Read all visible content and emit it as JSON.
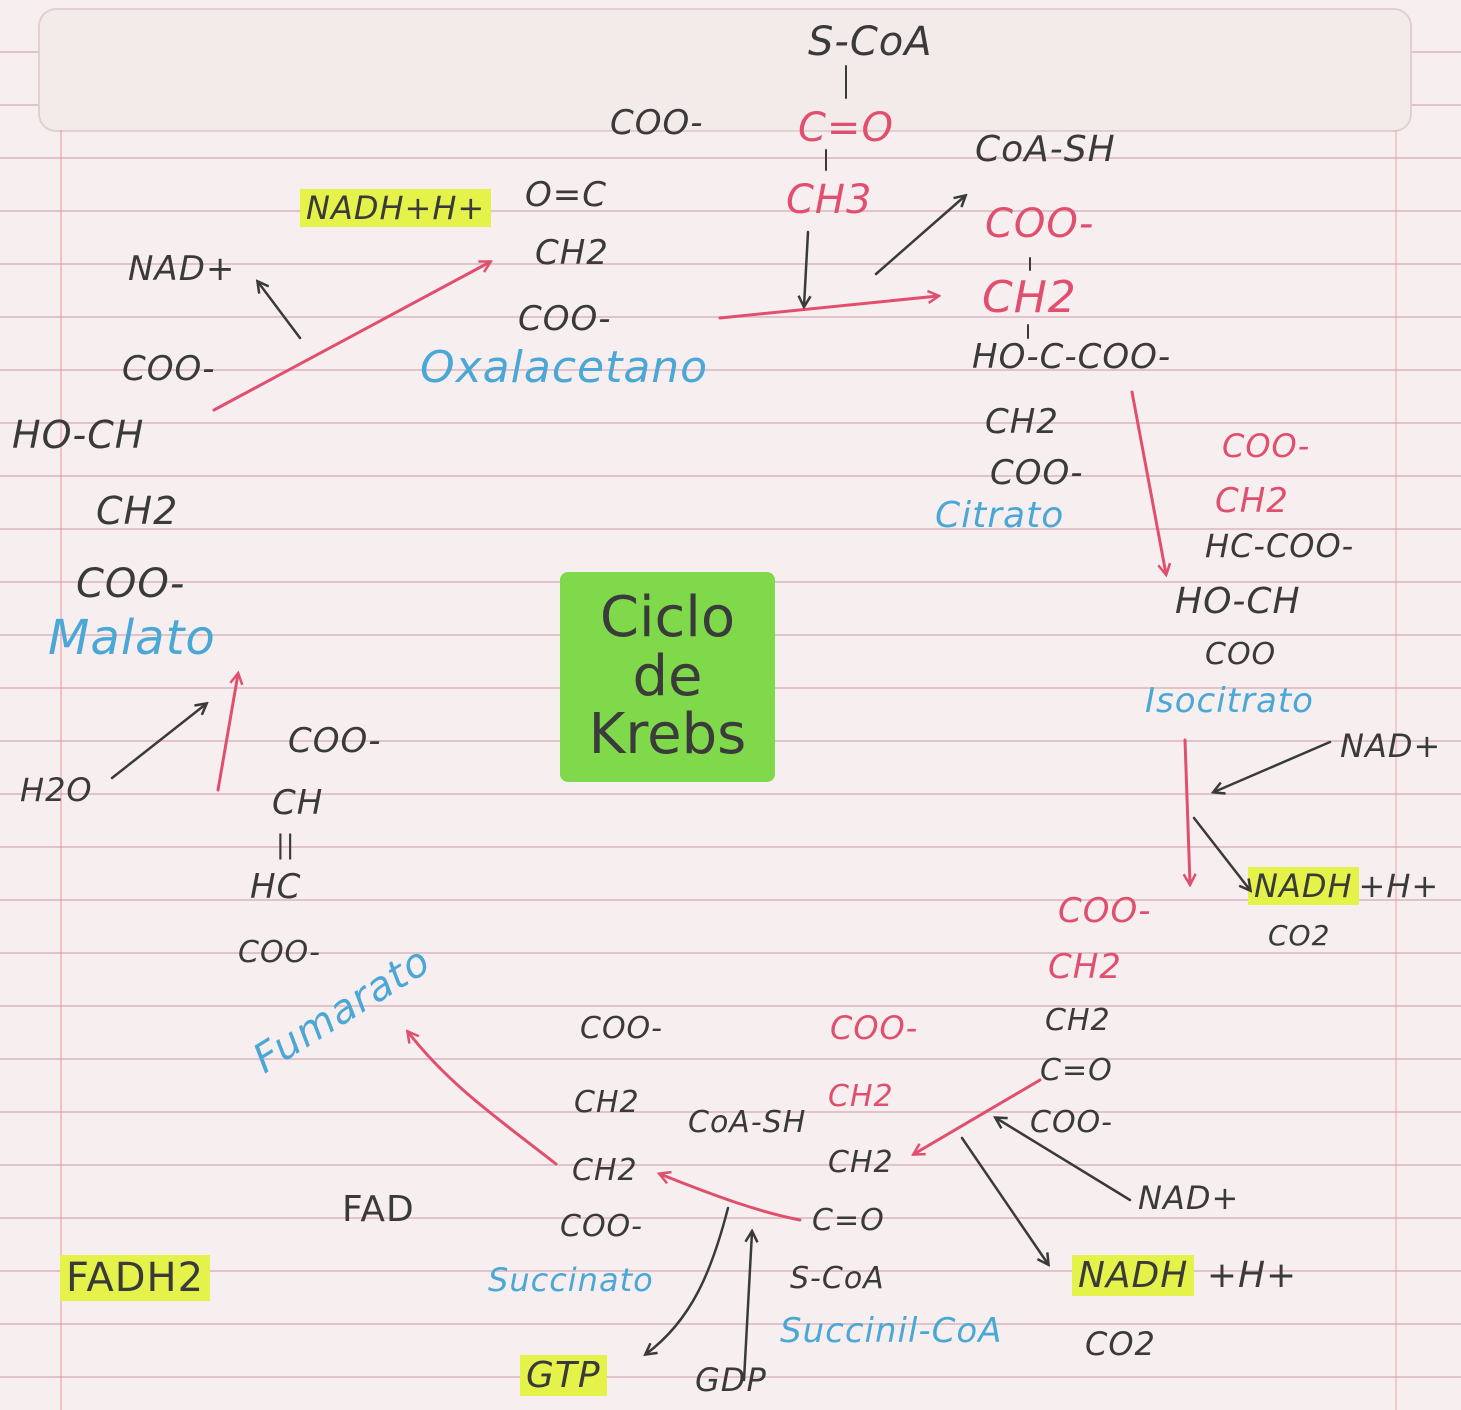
{
  "title": {
    "line1": "Ciclo",
    "line2": "de",
    "line3": "Krebs"
  },
  "colors": {
    "compound_name": "#4aa7d6",
    "reaction_arrow": "#e0506e",
    "side_arrow": "#3a3a3a",
    "highlight": "#e4f24a",
    "title_bg": "#7fd94a"
  },
  "acetyl_coa": {
    "l1": "S-CoA",
    "l2": "C=O",
    "l3": "CH3"
  },
  "coa_sh_top": "CoA-SH",
  "oxaloacetate": {
    "l1": "COO-",
    "l2": "O=C",
    "l3": "CH2",
    "l4": "COO-",
    "name": "Oxalacetano"
  },
  "citrate": {
    "l1": "COO-",
    "l2": "CH2",
    "l3": "HO-C-COO-",
    "l4": "CH2",
    "l5": "COO-",
    "name": "Citrato"
  },
  "isocitrate": {
    "l1": "COO-",
    "l2": "CH2",
    "l3": "HC-COO-",
    "l4": "HO-CH",
    "l5": "COO",
    "name": "Isocitrato"
  },
  "isocitrate_step": {
    "nad": "NAD+",
    "nadh": "NADH",
    "h": "+H+",
    "co2": "CO2"
  },
  "alpha_ketoglutarate": {
    "l1": "COO-",
    "l2": "CH2",
    "l3": "CH2",
    "l4": "C=O",
    "l5": "COO-"
  },
  "akg_step": {
    "nad": "NAD+",
    "nadh": "NADH",
    "h": "+H+",
    "co2": "CO2"
  },
  "succinyl_coa": {
    "l1": "COO-",
    "l2": "CH2",
    "l3": "CH2",
    "l4": "C=O",
    "l5": "S-CoA",
    "name": "Succinil-CoA"
  },
  "coa_sh_bottom": "CoA-SH",
  "succinate": {
    "l1": "COO-",
    "l2": "CH2",
    "l3": "CH2",
    "l4": "COO-",
    "name": "Succinato"
  },
  "gtp_step": {
    "gtp": "GTP",
    "gdp": "GDP"
  },
  "fad_step": {
    "fad": "FAD",
    "fadh2": "FADH2"
  },
  "fumarate": {
    "l1": "COO-",
    "l2": "CH",
    "l3": "||",
    "l4": "HC",
    "l5": "COO-",
    "name": "Fumarato"
  },
  "water": "H2O",
  "malate": {
    "l1": "COO-",
    "l2": "HO-CH",
    "l3": "CH2",
    "l4": "COO-",
    "name": "Malato"
  },
  "malate_step": {
    "nad": "NAD+",
    "nadh": "NADH+H+"
  }
}
